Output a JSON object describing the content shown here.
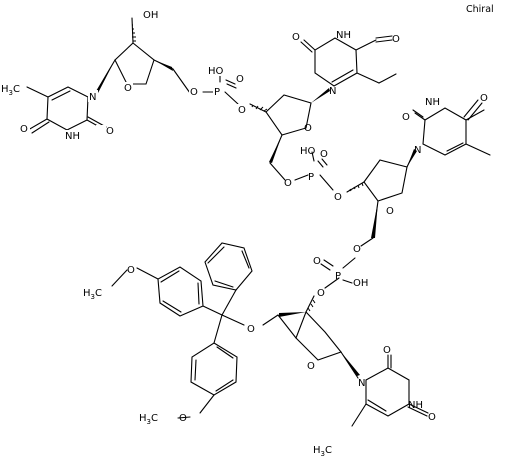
{
  "corner_label": "Chiral",
  "atoms": {
    "O": "O",
    "N": "N",
    "P": "P",
    "OH": "OH",
    "HO": "HO",
    "NH": "NH",
    "H": "H",
    "C": "C",
    "sub3": "3"
  }
}
